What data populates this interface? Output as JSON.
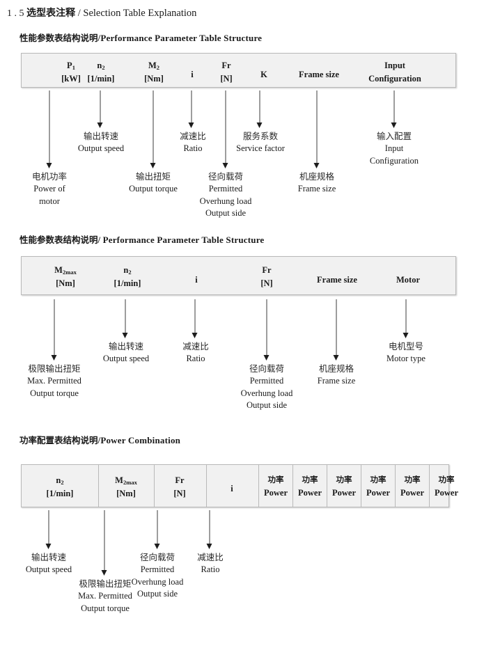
{
  "document": {
    "title_number": "1 . 5",
    "title_cn": "选型表注释",
    "title_sep": "/",
    "title_en": "Selection Table Explanation"
  },
  "sections": [
    {
      "heading_cn": "性能参数表结构说明",
      "heading_sep": "/",
      "heading_en": "Performance Parameter Table Structure",
      "table": {
        "columns": [
          {
            "symbol": "P",
            "sub": "1",
            "unit": "[kW]"
          },
          {
            "symbol": "n",
            "sub": "2",
            "unit": "[1/min]"
          },
          {
            "symbol": "M",
            "sub": "2",
            "unit": "[Nm]"
          },
          {
            "symbol": "i",
            "sub": "",
            "unit": ""
          },
          {
            "symbol": "Fr",
            "sub": "",
            "unit": "[N]"
          },
          {
            "symbol": "K",
            "sub": "",
            "unit": ""
          },
          {
            "symbol": "Frame size",
            "sub": "",
            "unit": ""
          },
          {
            "symbol": "Input",
            "sub": "",
            "unit": "Configuration"
          }
        ]
      },
      "notes": [
        {
          "cn": "电机功率",
          "en": [
            "Power of",
            "motor"
          ]
        },
        {
          "cn": "输出转速",
          "en": [
            "Output speed"
          ]
        },
        {
          "cn": "输出扭矩",
          "en": [
            "Output torque"
          ]
        },
        {
          "cn": "减速比",
          "en": [
            "Ratio"
          ]
        },
        {
          "cn": "径向载荷",
          "en": [
            "Permitted",
            "Overhung load",
            "Output side"
          ]
        },
        {
          "cn": "服务系数",
          "en": [
            "Service factor"
          ]
        },
        {
          "cn": "机座规格",
          "en": [
            "Frame size"
          ]
        },
        {
          "cn": "输入配置",
          "en": [
            "Input",
            "Configuration"
          ]
        }
      ]
    },
    {
      "heading_cn": "性能参数表结构说明",
      "heading_sep": "/",
      "heading_en": "Performance Parameter Table Structure",
      "table": {
        "columns": [
          {
            "symbol": "M",
            "sub": "2max",
            "unit": "[Nm]"
          },
          {
            "symbol": "n",
            "sub": "2",
            "unit": "[1/min]"
          },
          {
            "symbol": "i",
            "sub": "",
            "unit": ""
          },
          {
            "symbol": "Fr",
            "sub": "",
            "unit": "[N]"
          },
          {
            "symbol": "Frame size",
            "sub": "",
            "unit": ""
          },
          {
            "symbol": "Motor",
            "sub": "",
            "unit": ""
          }
        ]
      },
      "notes": [
        {
          "cn": "极限输出扭矩",
          "en": [
            "Max. Permitted",
            "Output  torque"
          ]
        },
        {
          "cn": "输出转速",
          "en": [
            "Output speed"
          ]
        },
        {
          "cn": "减速比",
          "en": [
            "Ratio"
          ]
        },
        {
          "cn": "径向载荷",
          "en": [
            "Permitted",
            "Overhung load",
            "Output side"
          ]
        },
        {
          "cn": "机座规格",
          "en": [
            "Frame size"
          ]
        },
        {
          "cn": "电机型号",
          "en": [
            "Motor type"
          ]
        }
      ]
    },
    {
      "heading_cn": "功率配置表结构说明",
      "heading_sep": "/",
      "heading_en": "Power Combination",
      "table": {
        "columns": [
          {
            "symbol": "n",
            "sub": "2",
            "unit": "[1/min]"
          },
          {
            "symbol": "M",
            "sub": "2max",
            "unit": "[Nm]"
          },
          {
            "symbol": "Fr",
            "sub": "",
            "unit": "[N]"
          },
          {
            "symbol": "i",
            "sub": "",
            "unit": ""
          },
          {
            "symbol": "功率",
            "sub": "",
            "unit": "Power"
          },
          {
            "symbol": "功率",
            "sub": "",
            "unit": "Power"
          },
          {
            "symbol": "功率",
            "sub": "",
            "unit": "Power"
          },
          {
            "symbol": "功率",
            "sub": "",
            "unit": "Power"
          },
          {
            "symbol": "功率",
            "sub": "",
            "unit": "Power"
          },
          {
            "symbol": "功率",
            "sub": "",
            "unit": "Power"
          }
        ]
      },
      "notes": [
        {
          "cn": "输出转速",
          "en": [
            "Output speed"
          ]
        },
        {
          "cn": "极限输出扭矩",
          "en": [
            "Max. Permitted",
            "Output  torque"
          ]
        },
        {
          "cn": "径向载荷",
          "en": [
            "Permitted",
            "Overhung load",
            "Output side"
          ]
        },
        {
          "cn": "减速比",
          "en": [
            "Ratio"
          ]
        }
      ]
    }
  ],
  "colors": {
    "table_fill": "#f1f1f1",
    "table_border": "#b9b9b9",
    "arrow": "#1d1d1d",
    "text": "#1a1a1a"
  }
}
